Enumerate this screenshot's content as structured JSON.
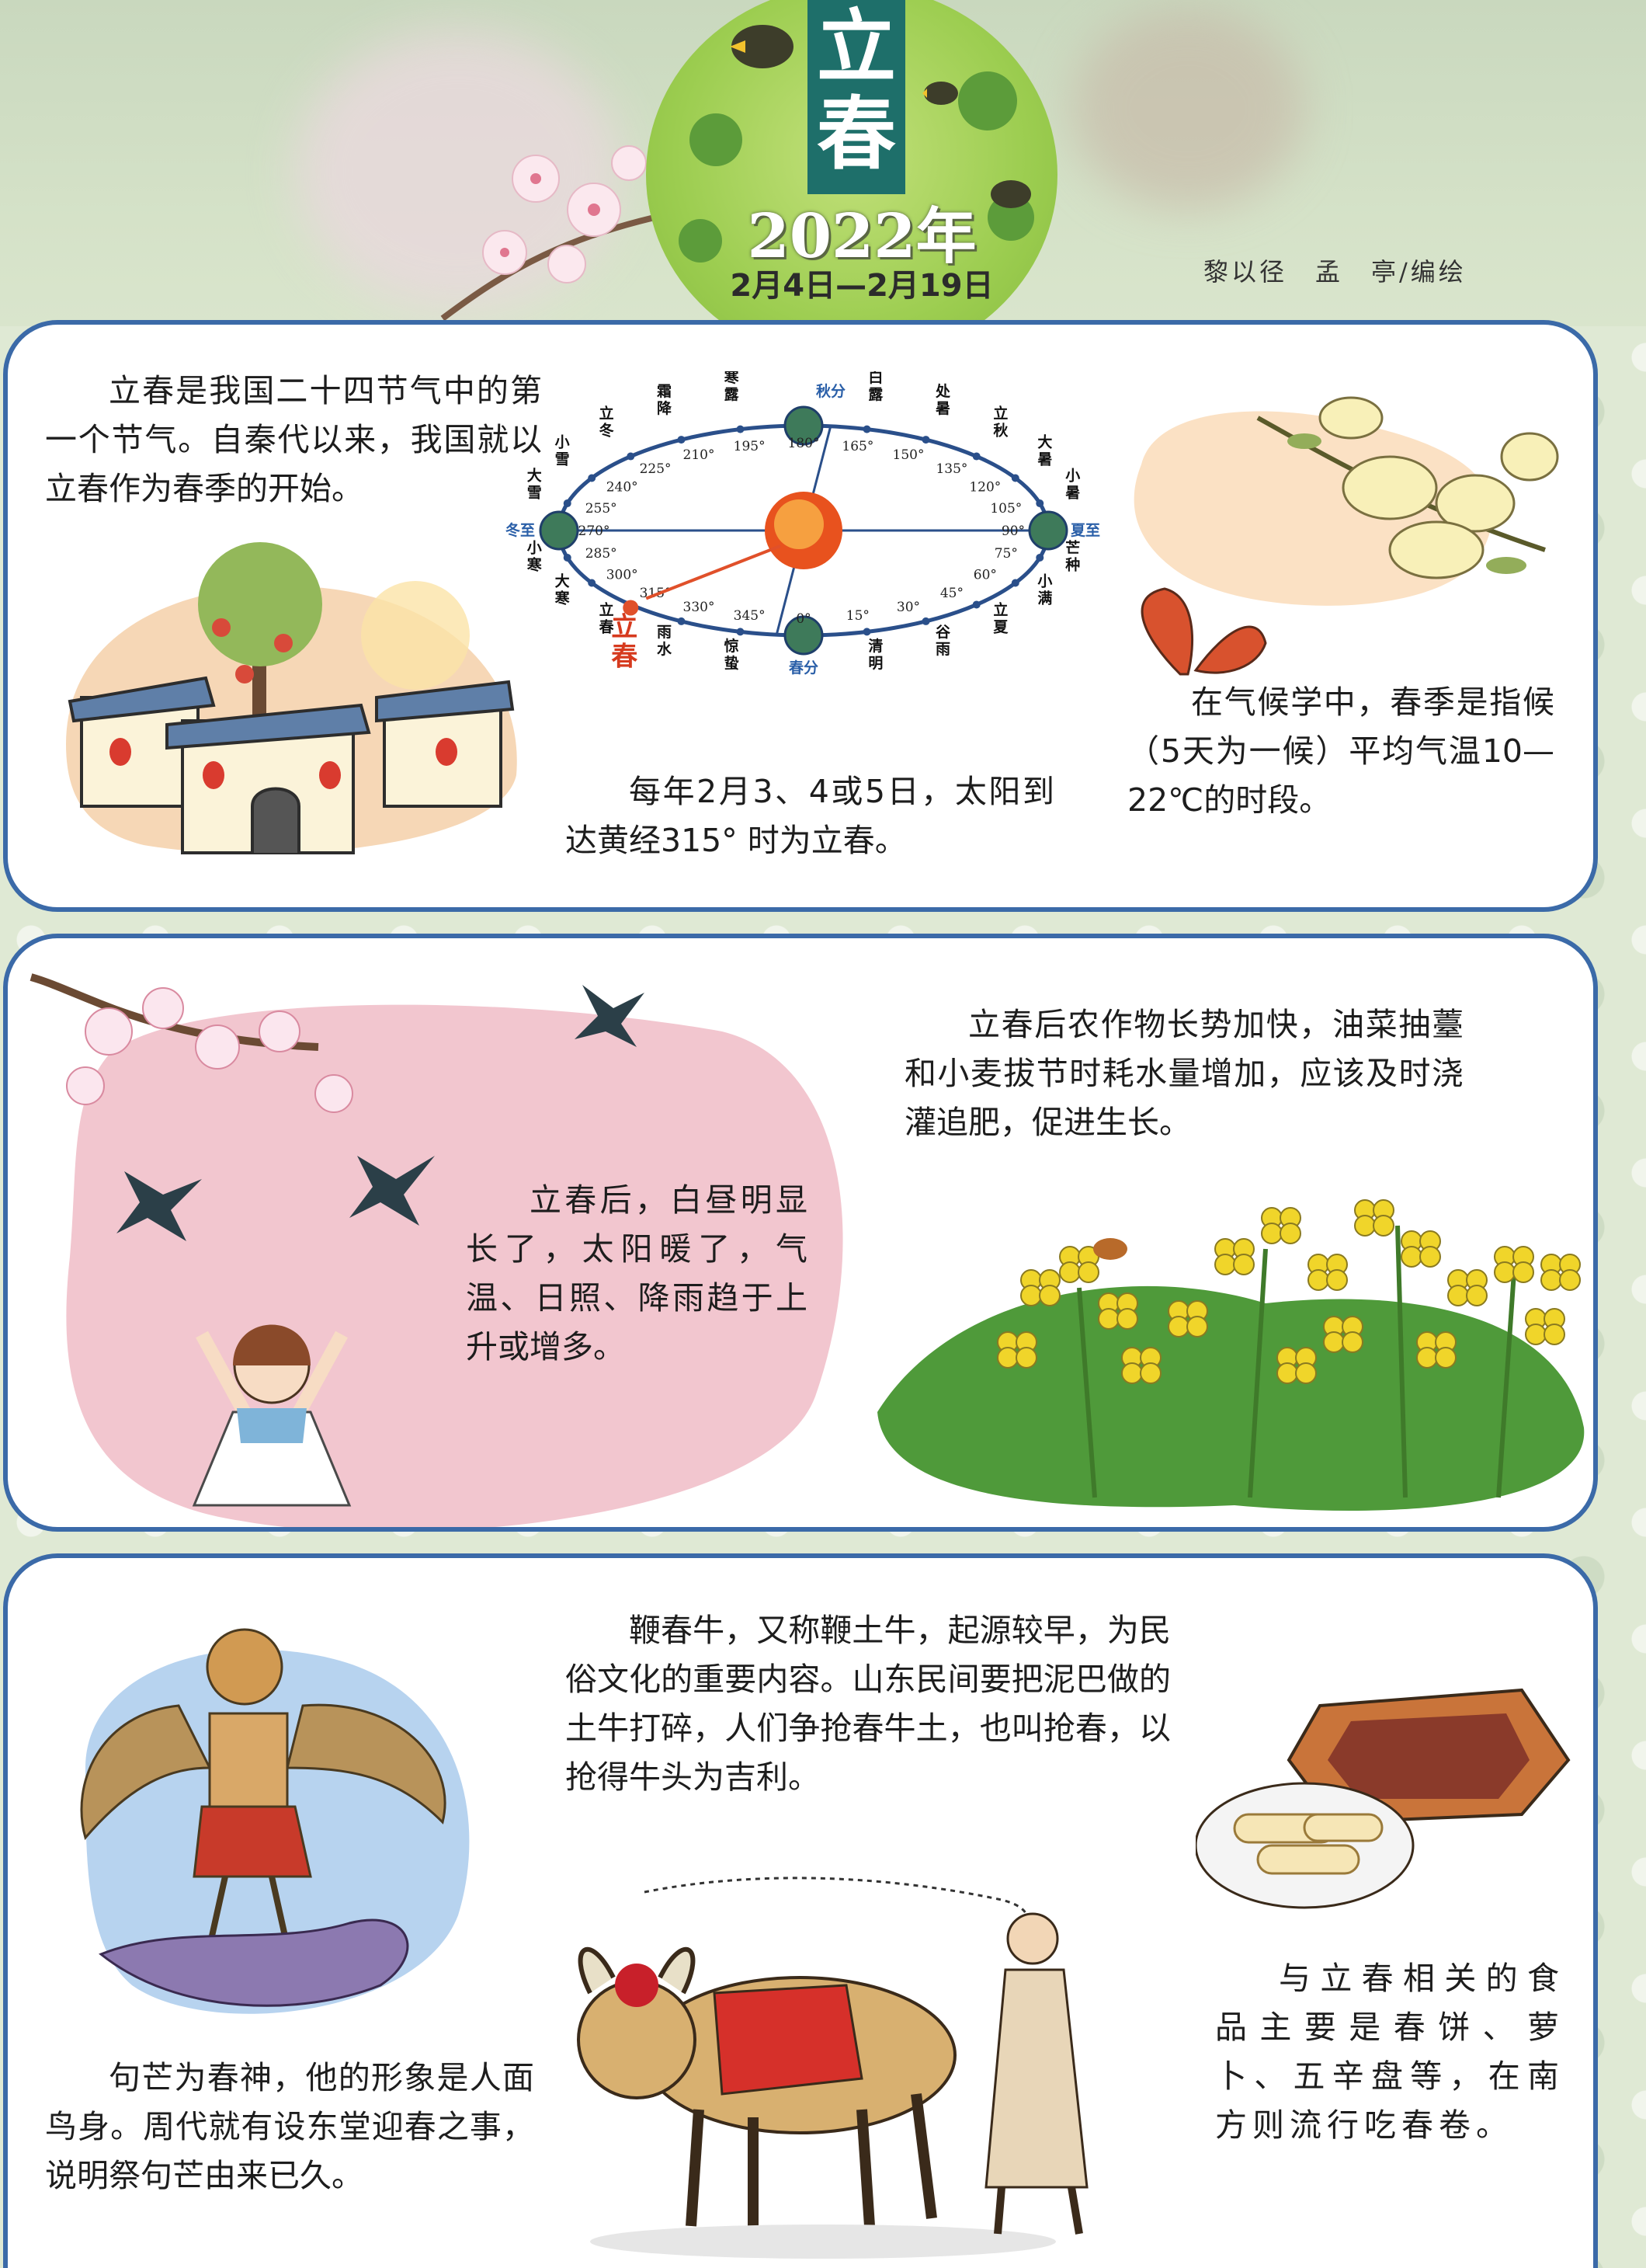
{
  "header": {
    "solar_term": "立春",
    "year": "2022年",
    "date_range": "2月4日—2月19日",
    "credit": "黎以径　孟　亭/编绘"
  },
  "panel1": {
    "intro": "立春是我国二十四节气中的第一个节气。自秦代以来，我国就以立春作为春季的开始。",
    "ecliptic_caption": "每年2月3、4或5日，太阳到达黄经315° 时为立春。",
    "climate": "在气候学中，春季是指候（5天为一候）平均气温10—22℃的时段。",
    "diagram": {
      "marker": "立春",
      "cardinal": {
        "spring": "春分",
        "summer": "夏至",
        "autumn": "秋分",
        "winter": "冬至"
      },
      "terms": [
        {
          "name": "清明",
          "deg": "15°"
        },
        {
          "name": "谷雨",
          "deg": "30°"
        },
        {
          "name": "立夏",
          "deg": "45°"
        },
        {
          "name": "小满",
          "deg": "60°"
        },
        {
          "name": "芒种",
          "deg": "75°"
        },
        {
          "name": "夏至",
          "deg": "90°"
        },
        {
          "name": "小暑",
          "deg": "105°"
        },
        {
          "name": "大暑",
          "deg": "120°"
        },
        {
          "name": "立秋",
          "deg": "135°"
        },
        {
          "name": "处暑",
          "deg": "150°"
        },
        {
          "name": "白露",
          "deg": "165°"
        },
        {
          "name": "秋分",
          "deg": "180°"
        },
        {
          "name": "寒露",
          "deg": "195°"
        },
        {
          "name": "霜降",
          "deg": "210°"
        },
        {
          "name": "立冬",
          "deg": "225°"
        },
        {
          "name": "小雪",
          "deg": "240°"
        },
        {
          "name": "大雪",
          "deg": "255°"
        },
        {
          "name": "冬至",
          "deg": "270°"
        },
        {
          "name": "小寒",
          "deg": "285°"
        },
        {
          "name": "大寒",
          "deg": "300°"
        },
        {
          "name": "立春",
          "deg": "315°"
        },
        {
          "name": "雨水",
          "deg": "330°"
        },
        {
          "name": "惊蛰",
          "deg": "345°"
        },
        {
          "name": "春分",
          "deg": "0°"
        }
      ]
    }
  },
  "panel2": {
    "daylight": "立春后，白昼明显长了，太阳暖了，气温、日照、降雨趋于上升或增多。",
    "crops": "立春后农作物长势加快，油菜抽薹和小麦拔节时耗水量增加，应该及时浇灌追肥，促进生长。"
  },
  "panel3": {
    "goumang": "句芒为春神，他的形象是人面鸟身。周代就有设东堂迎春之事，说明祭句芒由来已久。",
    "whip_ox": "鞭春牛，又称鞭土牛，起源较早，为民俗文化的重要内容。山东民间要把泥巴做的土牛打碎，人们争抢春牛土，也叫抢春，以抢得牛头为吉利。",
    "food": "与立春相关的食品主要是春饼、萝卜、五辛盘等，在南方则流行吃春卷。"
  }
}
